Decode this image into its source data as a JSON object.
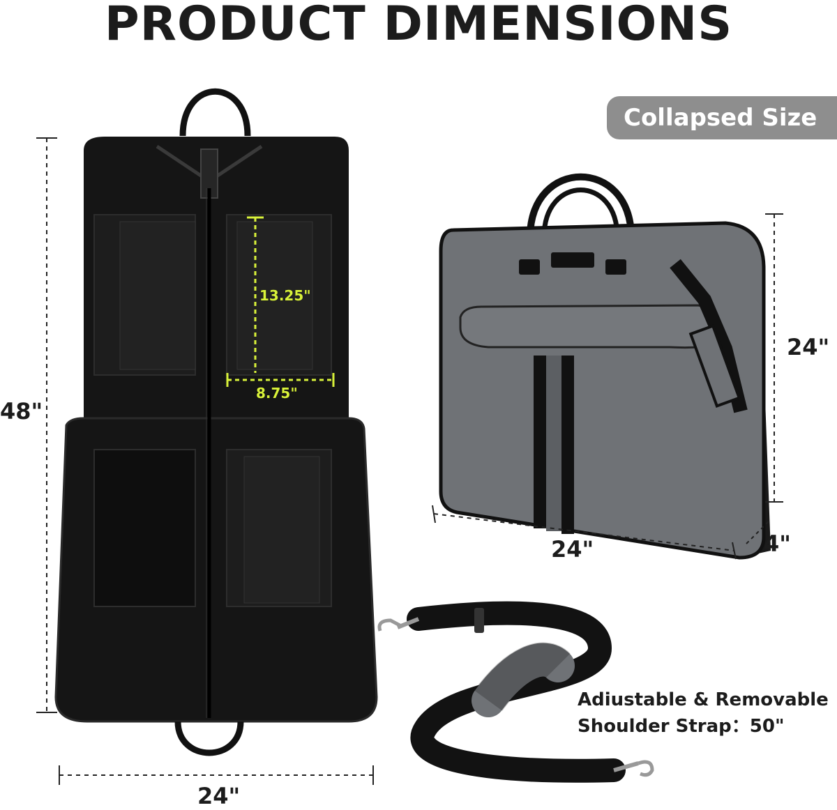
{
  "title": "PRODUCT DIMENSIONS",
  "badge": "Collapsed Size",
  "unfolded": {
    "height": "48\"",
    "width": "24\"",
    "pocket_height": "13.25\"",
    "pocket_width": "8.75\""
  },
  "collapsed": {
    "height": "24\"",
    "width": "24\"",
    "depth": "4\""
  },
  "strap": {
    "line1": "Adiustable & Removable",
    "line2": "Shoulder Strap：50\""
  },
  "colors": {
    "bag_black": "#121212",
    "bag_gray": "#6f7276",
    "accent": "#d9f23a"
  }
}
